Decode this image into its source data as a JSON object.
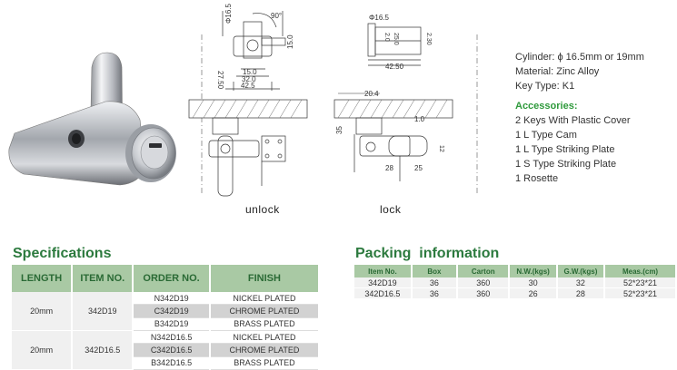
{
  "drawings": {
    "unlock_label": "unlock",
    "lock_label": "lock",
    "dims_unlock": {
      "d165": "Φ16.5",
      "angle90": "90°",
      "d15": "15.0",
      "d2750": "27.50",
      "d150": "15.0",
      "d320": "32.0",
      "d425": "42.5"
    },
    "dims_lock": {
      "d165": "Φ16.5",
      "d20": "2.0",
      "d250": "25.0",
      "d230": "2.30",
      "d4250": "42.50",
      "d204": "20.4",
      "d10": "1.0",
      "d35": "35",
      "d12": "12",
      "d28": "28",
      "d25": "25"
    }
  },
  "specs_text": {
    "cylinder": "Cylinder: ϕ 16.5mm or 19mm",
    "material": "Material: Zinc Alloy",
    "key_type": "Key Type: K1",
    "accessories_heading": "Accessories:",
    "accessories": [
      "2 Keys With Plastic Cover",
      "1 L Type Cam",
      "1 L Type Striking Plate",
      "1 S Type Striking Plate",
      "1 Rosette"
    ]
  },
  "specifications": {
    "title": "Specifications",
    "headers": [
      "LENGTH",
      "ITEM NO.",
      "ORDER NO.",
      "FINISH"
    ],
    "groups": [
      {
        "length": "20mm",
        "item_no": "342D19",
        "rows": [
          {
            "order": "N342D19",
            "finish": "NICKEL PLATED",
            "shade": false
          },
          {
            "order": "C342D19",
            "finish": "CHROME PLATED",
            "shade": true
          },
          {
            "order": "B342D19",
            "finish": "BRASS PLATED",
            "shade": false
          }
        ]
      },
      {
        "length": "20mm",
        "item_no": "342D16.5",
        "rows": [
          {
            "order": "N342D16.5",
            "finish": "NICKEL PLATED",
            "shade": false
          },
          {
            "order": "C342D16.5",
            "finish": "CHROME PLATED",
            "shade": true
          },
          {
            "order": "B342D16.5",
            "finish": "BRASS PLATED",
            "shade": false
          }
        ]
      }
    ]
  },
  "packing": {
    "title": "Packing  information",
    "headers": [
      "Item No.",
      "Box",
      "Carton",
      "N.W.(kgs)",
      "G.W.(kgs)",
      "Meas.(cm)"
    ],
    "rows": [
      [
        "342D19",
        "36",
        "360",
        "30",
        "32",
        "52*23*21"
      ],
      [
        "342D16.5",
        "36",
        "360",
        "26",
        "28",
        "52*23*21"
      ]
    ]
  },
  "colors": {
    "header_green": "#a9c9a4",
    "title_green": "#2c7a3e",
    "accent_green": "#2f9a3c",
    "shade_gray": "#d2d2d2"
  }
}
